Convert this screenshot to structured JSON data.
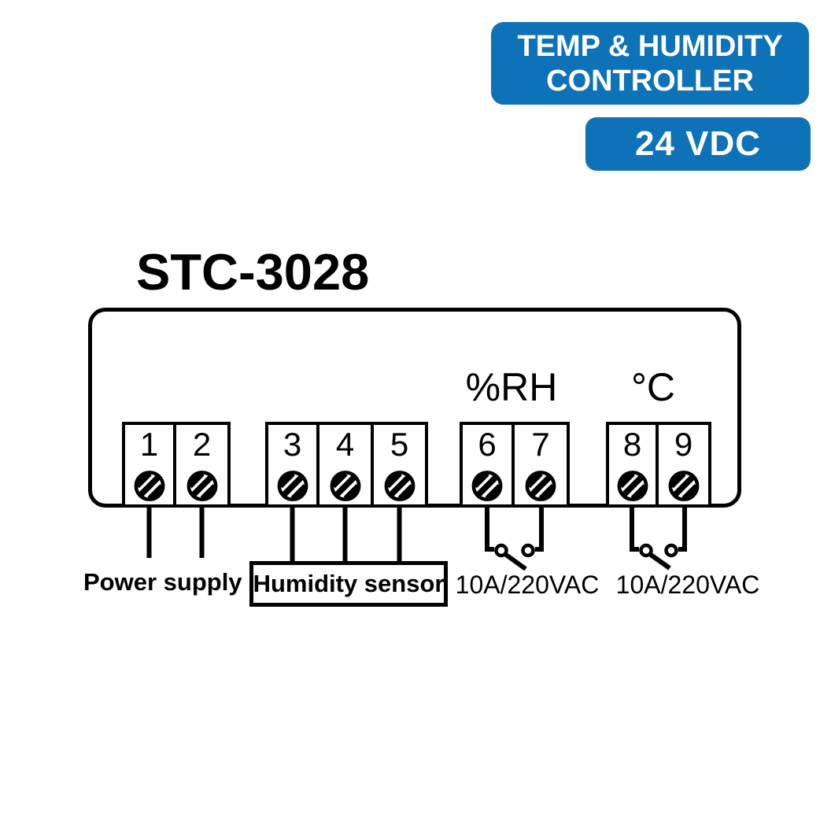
{
  "colors": {
    "accent": "#0e72b8"
  },
  "badges": {
    "line1": "TEMP & HUMIDITY",
    "line2": "CONTROLLER",
    "voltage": "24 VDC"
  },
  "title": "STC-3028",
  "headers": {
    "rh": "%RH",
    "celsius": "°C"
  },
  "terminals": [
    "1",
    "2",
    "3",
    "4",
    "5",
    "6",
    "7",
    "8",
    "9"
  ],
  "labels": {
    "power": "Power supply",
    "humidity": "Humidity sensor",
    "relay_rh": "10A/220VAC",
    "relay_temp": "10A/220VAC"
  }
}
